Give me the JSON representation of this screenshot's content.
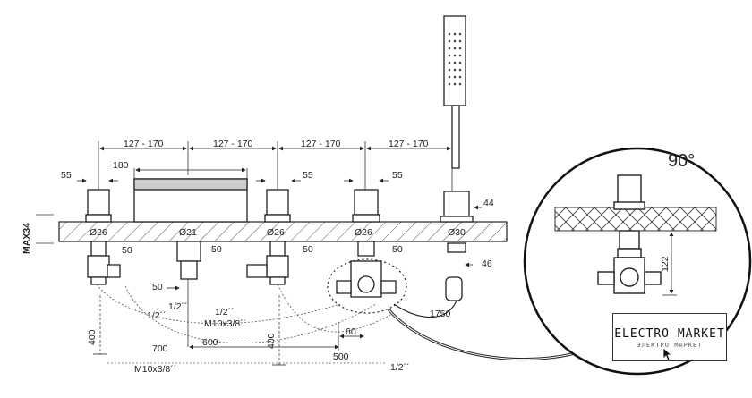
{
  "dimensions": {
    "spacing_1": "127 - 170",
    "spacing_2": "127 - 170",
    "spacing_3": "127 - 170",
    "spacing_4": "127 - 170",
    "width_180": "180",
    "width_55_a": "55",
    "width_55_b": "55",
    "width_55_c": "55",
    "width_44": "44",
    "width_46": "46",
    "max_height": "MAX34",
    "dia_1": "Ø26",
    "dia_2": "Ø21",
    "dia_3": "Ø26",
    "dia_4": "Ø26",
    "dia_5": "Ø30",
    "offset_50_a": "50",
    "offset_50_b": "50",
    "offset_50_c": "50",
    "offset_50_d": "50",
    "offset_50_e": "50",
    "half_inch_a": "1/2´´",
    "half_inch_b": "1/2´´",
    "half_inch_c": "1/2´´",
    "half_inch_d": "1/2´´",
    "thread_a": "M10x3/8´´",
    "thread_b": "M10x3/8´´",
    "len_400_a": "400",
    "len_400_b": "400",
    "len_700": "700",
    "len_600": "600",
    "len_60": "60",
    "len_500": "500",
    "hose_1750": "1750"
  },
  "detail": {
    "angle": "90°",
    "height_122": "122"
  },
  "logo": {
    "title": "ELECTRO MARKET",
    "subtitle": "ЭЛЕКТРО МАРКЕТ"
  },
  "icons": {
    "cursor": "mouse-pointer-icon"
  }
}
